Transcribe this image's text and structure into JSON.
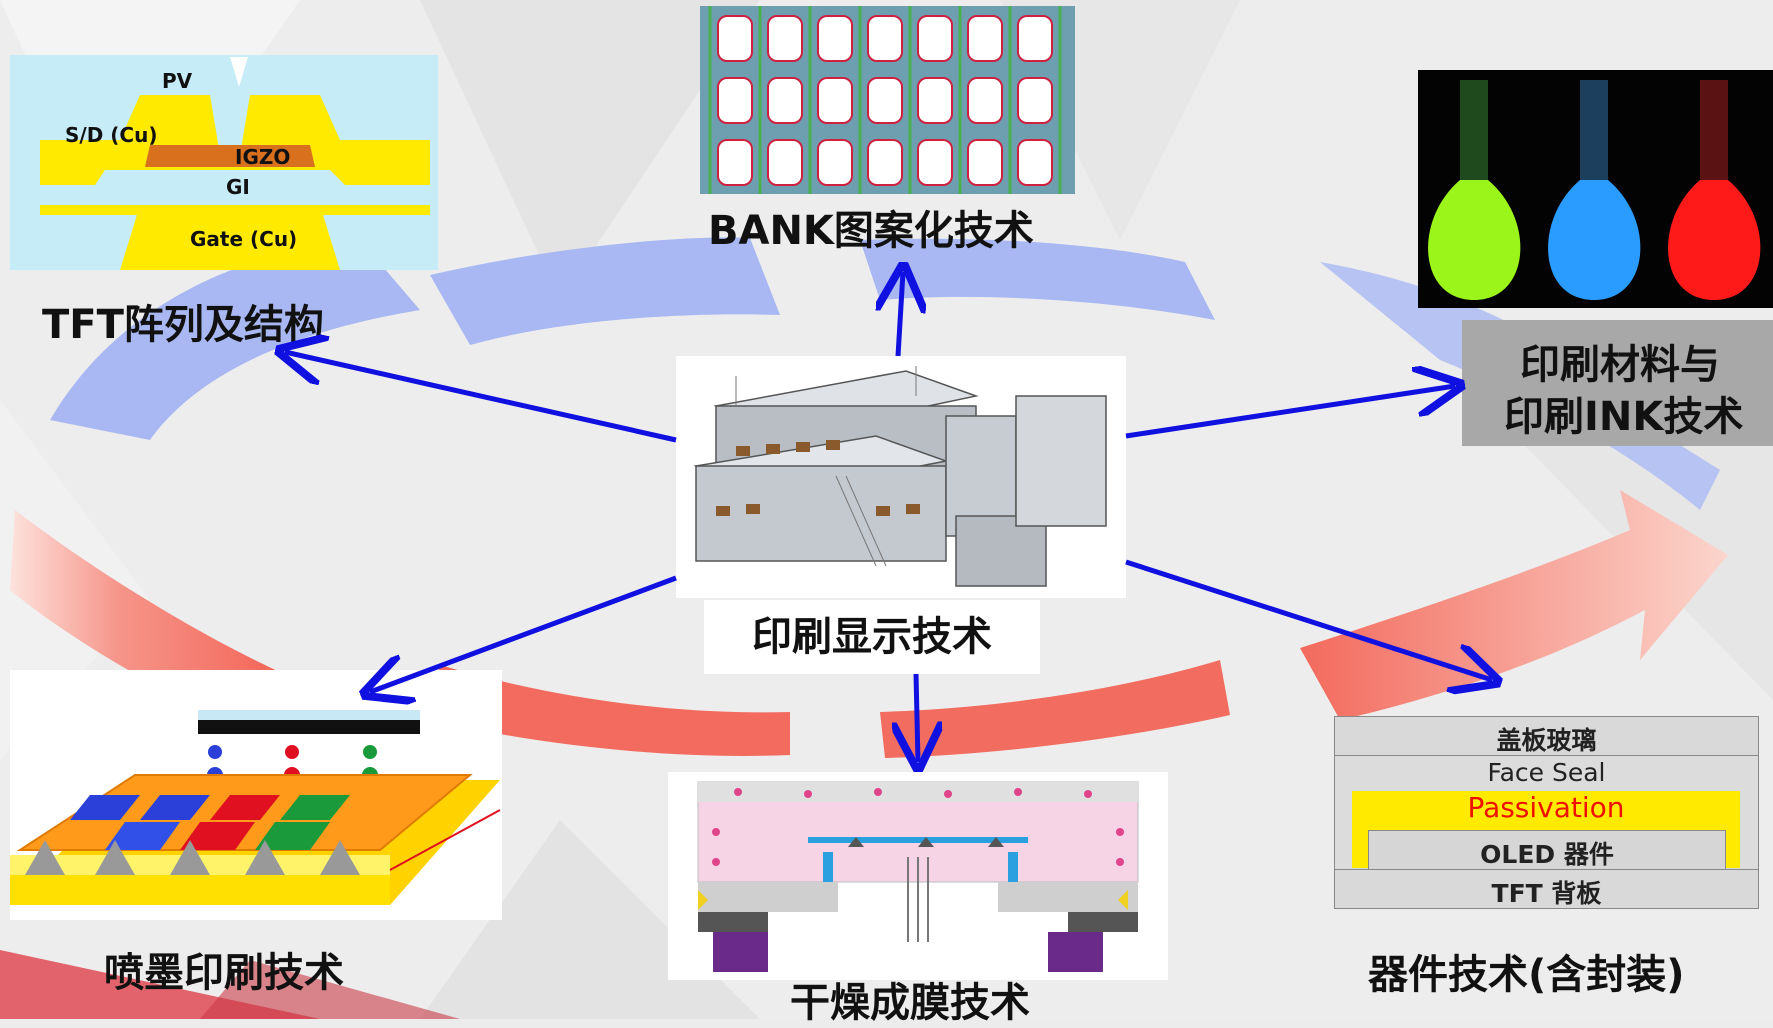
{
  "center": {
    "caption": "印刷显示技术"
  },
  "nodes": {
    "tft": {
      "caption": "TFT阵列及结构",
      "labels": {
        "pv": "PV",
        "sd": "S/D (Cu)",
        "igzo": "IGZO",
        "gi": "GI",
        "gate": "Gate (Cu)"
      }
    },
    "bank": {
      "caption": "BANK图案化技术"
    },
    "ink": {
      "caption_line1": "印刷材料与",
      "caption_line2": "印刷INK技术"
    },
    "inkjet": {
      "caption": "喷墨印刷技术"
    },
    "drying": {
      "caption": "干燥成膜技术"
    },
    "device": {
      "caption": "器件技术(含封装)",
      "layers": {
        "cover": "盖板玻璃",
        "face_seal": "Face Seal",
        "passivation": "Passivation",
        "oled": "OLED 器件",
        "tft_backplane": "TFT 背板"
      }
    }
  },
  "colors": {
    "arrow": "#1010e0",
    "cycle_blue": "#a9b8f2",
    "cycle_red": "#f26c60",
    "tft_yellow": "#ffea00",
    "tft_cyan": "#c6ecf7",
    "tft_igzo": "#d9701e",
    "passivation_text": "#ee1100",
    "ink_green": "#9cf51a",
    "ink_blue": "#2a9cff",
    "ink_red": "#ff1a1a"
  }
}
